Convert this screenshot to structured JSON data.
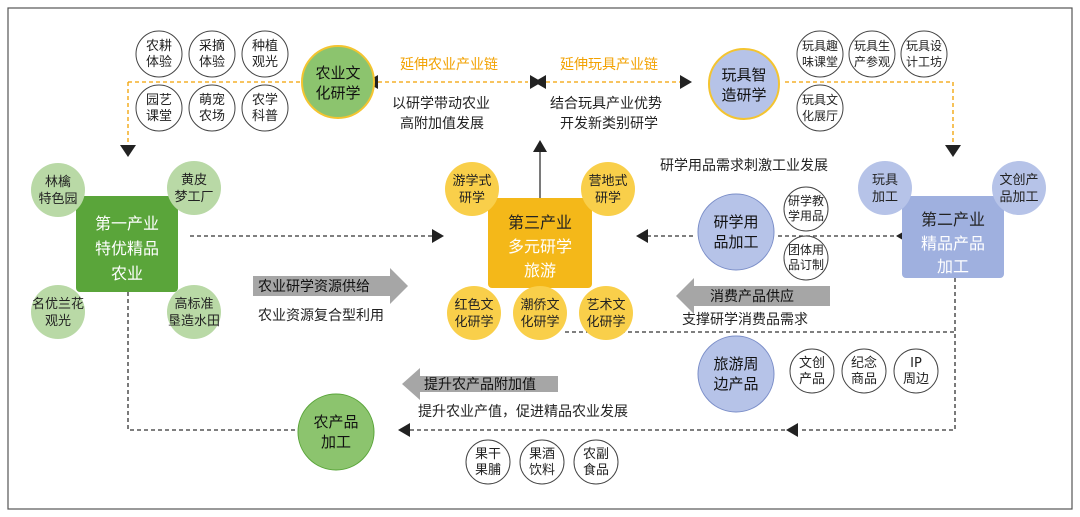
{
  "colors": {
    "green_dark": "#5aa53a",
    "green_light": "#b9d9a6",
    "yellow": "#f4b819",
    "yellow_light": "#f9cf4a",
    "blue": "#9fb0df",
    "blue_light": "#b6c3e8",
    "gray_arrow": "#a6a6a6",
    "orange_text": "#f2a100",
    "line": "#333333",
    "border": "#555555"
  },
  "primary": {
    "line1": "第一产业",
    "line2": "特优精品",
    "line3": "农业",
    "satellites": [
      {
        "l1": "林檎",
        "l2": "特色园"
      },
      {
        "l1": "黄皮",
        "l2": "梦工厂"
      },
      {
        "l1": "名优兰花",
        "l2": "观光"
      },
      {
        "l1": "高标准",
        "l2": "垦造水田"
      }
    ]
  },
  "tertiary": {
    "line1": "第三产业",
    "line2": "多元研学",
    "line3": "旅游",
    "satellites": [
      {
        "l1": "游学式",
        "l2": "研学"
      },
      {
        "l1": "营地式",
        "l2": "研学"
      },
      {
        "l1": "红色文",
        "l2": "化研学"
      },
      {
        "l1": "潮侨文",
        "l2": "化研学"
      },
      {
        "l1": "艺术文",
        "l2": "化研学"
      }
    ]
  },
  "secondary": {
    "line1": "第二产业",
    "line2": "精品产品",
    "line3": "加工",
    "satellites": [
      {
        "l1": "玩具",
        "l2": "加工"
      },
      {
        "l1": "文创产",
        "l2": "品加工"
      }
    ]
  },
  "agri_study": {
    "l1": "农业文",
    "l2": "化研学",
    "items": [
      {
        "l1": "农耕",
        "l2": "体验"
      },
      {
        "l1": "采摘",
        "l2": "体验"
      },
      {
        "l1": "种植",
        "l2": "观光"
      },
      {
        "l1": "园艺",
        "l2": "课堂"
      },
      {
        "l1": "萌宠",
        "l2": "农场"
      },
      {
        "l1": "农学",
        "l2": "科普"
      }
    ]
  },
  "toy_study": {
    "l1": "玩具智",
    "l2": "造研学",
    "items": [
      {
        "l1": "玩具趣",
        "l2": "味课堂"
      },
      {
        "l1": "玩具生",
        "l2": "产参观"
      },
      {
        "l1": "玩具设",
        "l2": "计工坊"
      },
      {
        "l1": "玩具文",
        "l2": "化展厅"
      }
    ]
  },
  "study_goods": {
    "l1": "研学用",
    "l2": "品加工",
    "items": [
      {
        "l1": "研学教",
        "l2": "学用品"
      },
      {
        "l1": "团体用",
        "l2": "品订制"
      }
    ]
  },
  "tour_goods": {
    "l1": "旅游周",
    "l2": "边产品",
    "items": [
      {
        "l1": "文创",
        "l2": "产品"
      },
      {
        "l1": "纪念",
        "l2": "商品"
      },
      {
        "l1": "IP",
        "l2": "周边"
      }
    ]
  },
  "agri_goods": {
    "l1": "农产品",
    "l2": "加工",
    "items": [
      {
        "l1": "果干",
        "l2": "果脯"
      },
      {
        "l1": "果酒",
        "l2": "饮料"
      },
      {
        "l1": "农副",
        "l2": "食品"
      }
    ]
  },
  "labels": {
    "extend_agri": "延伸农业产业链",
    "extend_toy": "延伸玩具产业链",
    "agri_desc1": "以研学带动农业",
    "agri_desc2": "高附加值发展",
    "toy_desc1": "结合玩具产业优势",
    "toy_desc2": "开发新类别研学",
    "stimulus": "研学用品需求刺激工业发展",
    "resource_supply": "农业研学资源供给",
    "resource_use": "农业资源复合型利用",
    "consumer_supply": "消费产品供应",
    "consumer_need": "支撑研学消费品需求",
    "value_add": "提升农产品附加值",
    "value_desc": "提升农业产值，促进精品农业发展"
  }
}
